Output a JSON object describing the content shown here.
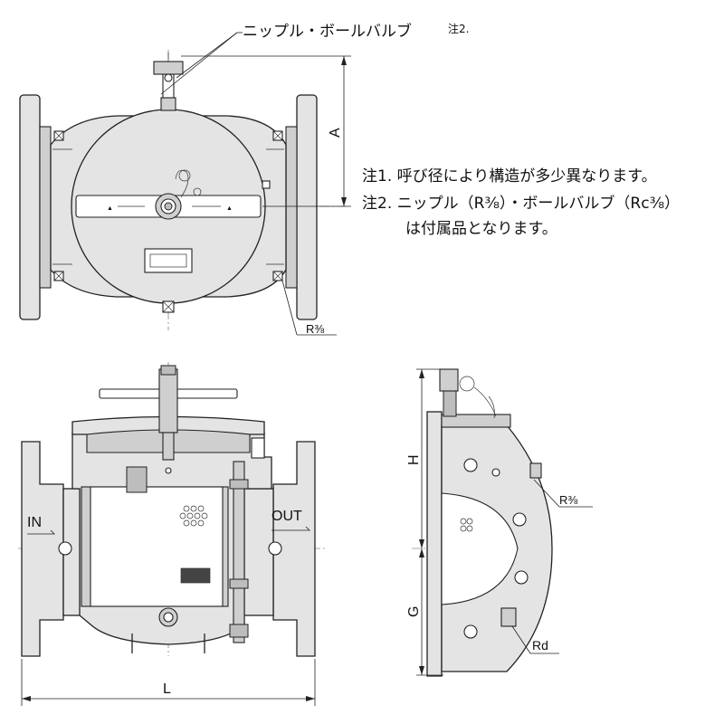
{
  "labels": {
    "top_callout": "ニップル・ボールバルブ",
    "top_callout_note": "注2.",
    "note1": "注1. 呼び径により構造が多少異なります。",
    "note2_line1": "注2. ニップル（R⅜）・ボールバルブ（Rc⅜）",
    "note2_line2": "は付属品となります。",
    "dim_A": "A",
    "dim_H": "H",
    "dim_G": "G",
    "dim_L": "L",
    "r38_top": "R⅜",
    "r38_side": "R⅜",
    "rd": "Rd",
    "in": "IN",
    "out": "OUT"
  }
}
